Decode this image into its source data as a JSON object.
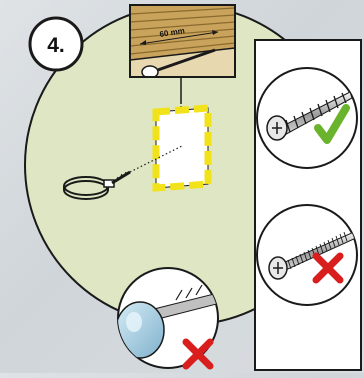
{
  "step": {
    "number": "4."
  },
  "detail": {
    "depth_label": "60 mm"
  },
  "options": [
    {
      "name": "coarse-thread-wood-screw",
      "verdict": "correct",
      "mark_icon": "check-icon"
    },
    {
      "name": "fine-thread-machine-screw",
      "verdict": "incorrect",
      "mark_icon": "cross-icon"
    },
    {
      "name": "wall-plug",
      "verdict": "incorrect",
      "mark_icon": "cross-icon"
    }
  ],
  "colors": {
    "panel_fill": "#dfe6c4",
    "outline": "#1a1a1a",
    "highlight_yellow": "#f2e21a",
    "check_green": "#6ab42d",
    "cross_red": "#d91e1e",
    "wood": "#c9a35c",
    "plug_blue": "#a9cde0"
  }
}
